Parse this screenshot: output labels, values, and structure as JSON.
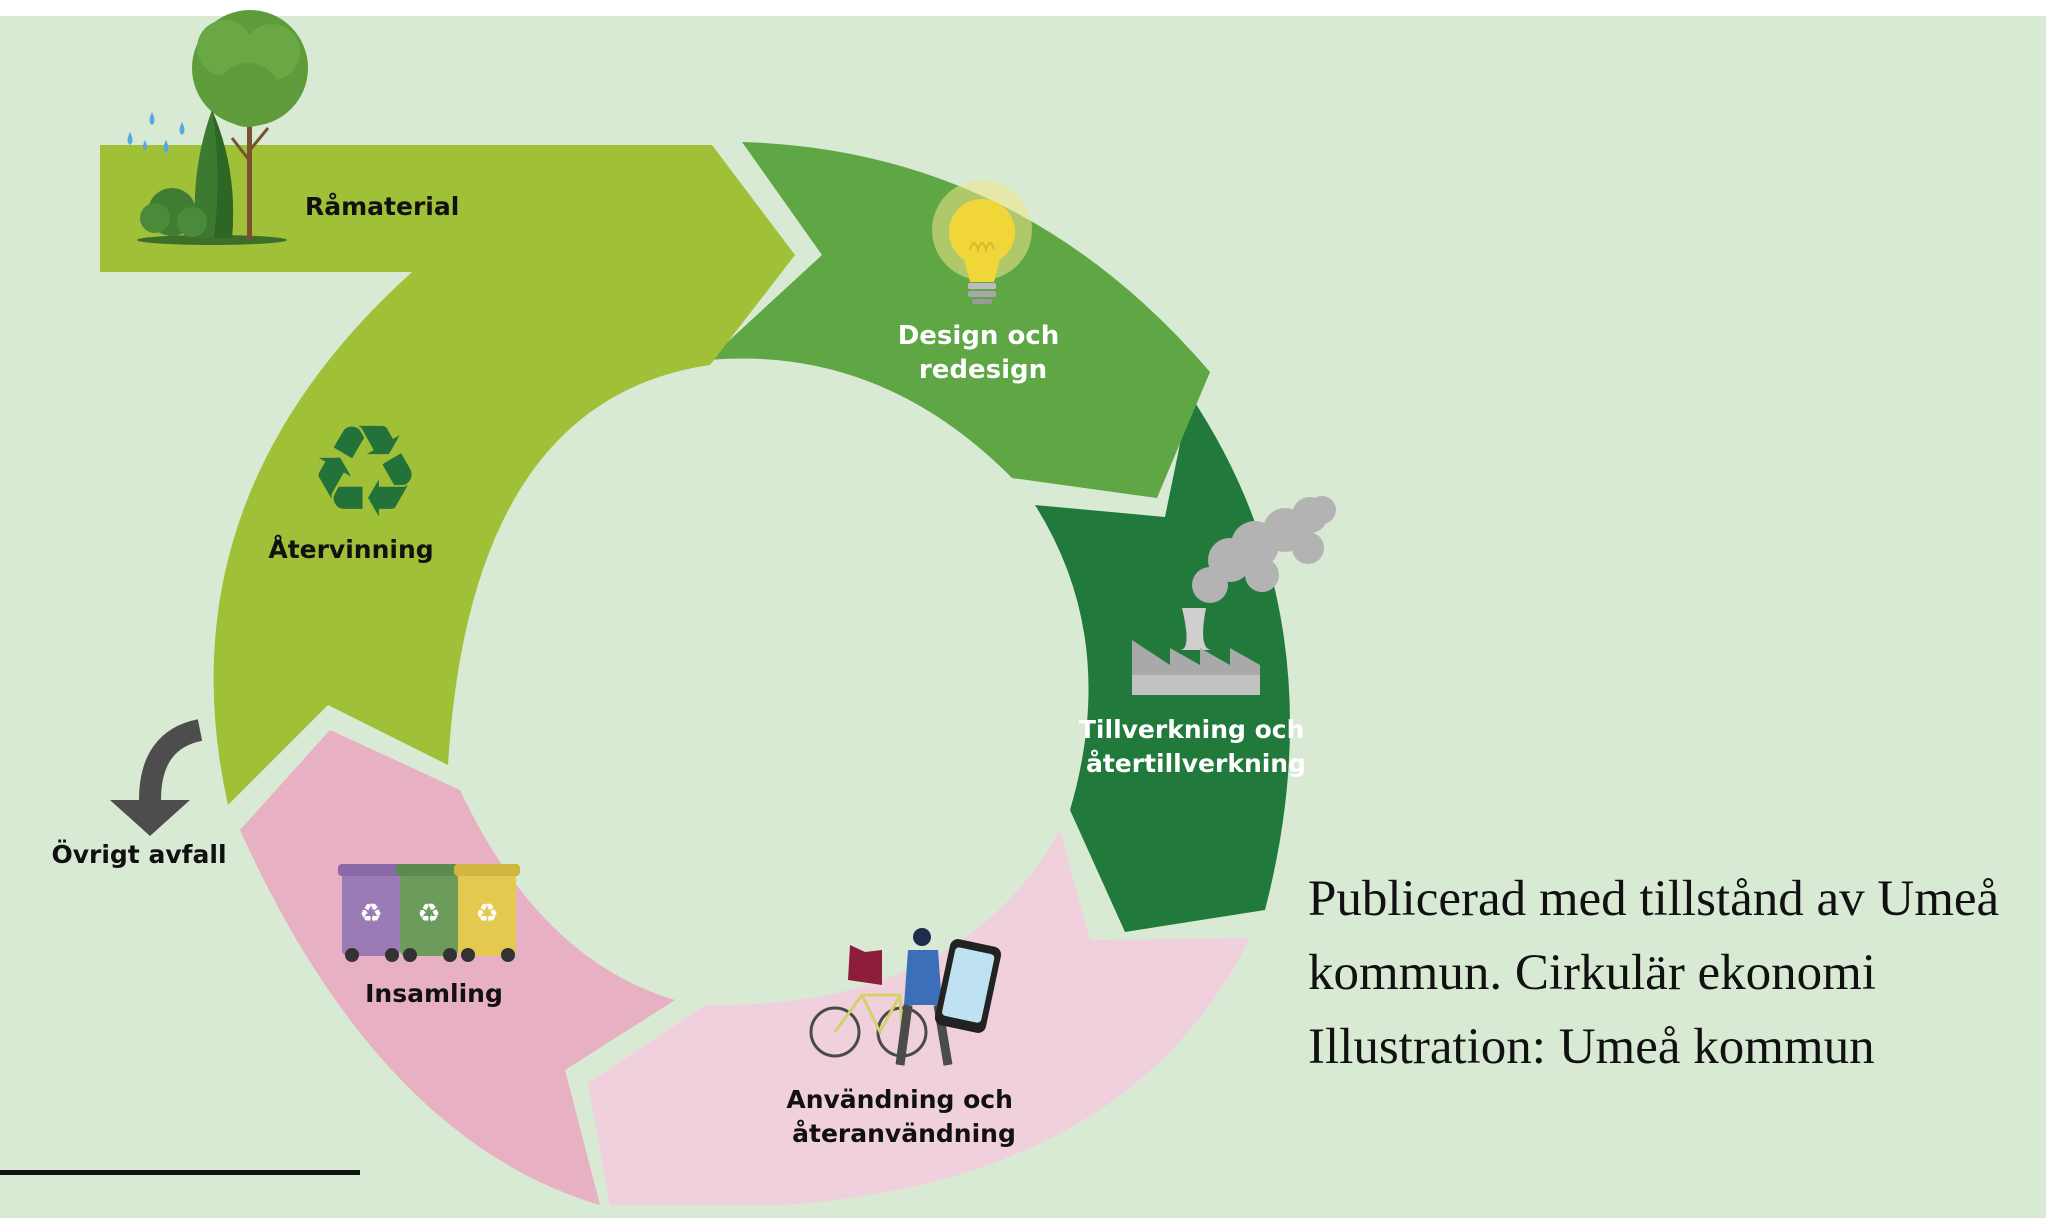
{
  "colors": {
    "background": "#d8ead3",
    "ramaterial": "#a0c037",
    "design": "#5fa644",
    "tillverkning": "#217a3b",
    "anvandning": "#f0d0dc",
    "insamling": "#e7b0c3",
    "recycle_icon": "#23723a",
    "arrow_grey": "#4d4d4d",
    "bulb": "#f1d63a",
    "smoke": "#b3b3b3"
  },
  "icons": [
    "tree-icon",
    "rain-icon",
    "lightbulb-icon",
    "factory-icon",
    "smoke-icon",
    "cyclist-icon",
    "phone-icon",
    "recycling-bins-icon",
    "recycle-icon",
    "curved-arrow-icon"
  ],
  "stages": {
    "ramaterial": "Råmaterial",
    "design": [
      "Design och",
      "redesign"
    ],
    "tillverkning": [
      "Tillverkning och",
      "återtillverkning"
    ],
    "anvandning": [
      "Användning och",
      "återanvändning"
    ],
    "insamling": "Insamling",
    "atervinning": "Återvinning",
    "ovrigt": "Övrigt avfall"
  },
  "caption": {
    "line1": "Publicerad med tillstånd av Umeå",
    "line2": "kommun. Cirkulär ekonomi",
    "line3": "Illustration: Umeå kommun"
  }
}
